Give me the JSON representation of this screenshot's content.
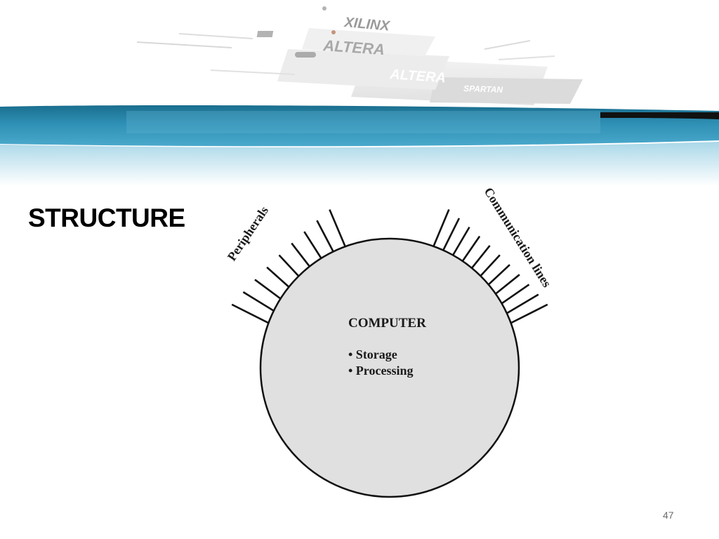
{
  "slide": {
    "title": "STRUCTURE",
    "page_number": "47"
  },
  "banner": {
    "brand_text_1": "XILINX",
    "brand_text_2": "ALTERA",
    "brand_text_3": "SPARTAN",
    "colors": {
      "band_dark": "#1a6e8e",
      "band_mid": "#3a9fc2",
      "band_light": "#bfe3ef"
    }
  },
  "diagram": {
    "computer_label": "COMPUTER",
    "functions": [
      "• Storage",
      "• Processing"
    ],
    "peripherals_label": "Peripherals",
    "communication_label": "Communication lines",
    "circle_fill": "#e0e0e0",
    "line_color": "#111111"
  }
}
